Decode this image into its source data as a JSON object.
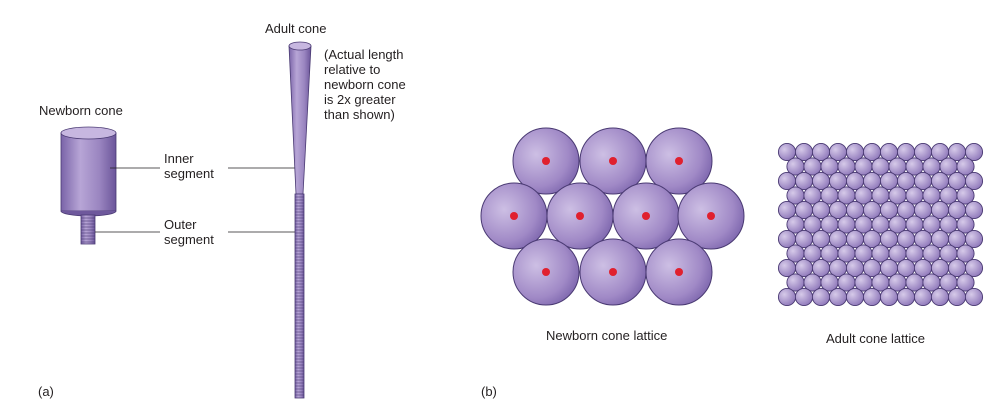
{
  "panel_a": {
    "panel_label": "(a)",
    "newborn_cone_label": "Newborn cone",
    "adult_cone_label": "Adult cone",
    "inner_segment_label": [
      "Inner",
      "segment"
    ],
    "outer_segment_label": [
      "Outer",
      "segment"
    ],
    "length_note": [
      "(Actual length",
      "relative to",
      "newborn cone",
      "is  2x greater",
      "than shown)"
    ]
  },
  "panel_b": {
    "panel_label": "(b)",
    "newborn_lattice_label": "Newborn cone lattice",
    "adult_lattice_label": "Adult cone lattice"
  },
  "colors": {
    "cone_fill": "#a08bc4",
    "cone_dark": "#6b559a",
    "cone_light": "#cbbde0",
    "outline": "#4a3a73",
    "center_dot": "#e0202e"
  }
}
